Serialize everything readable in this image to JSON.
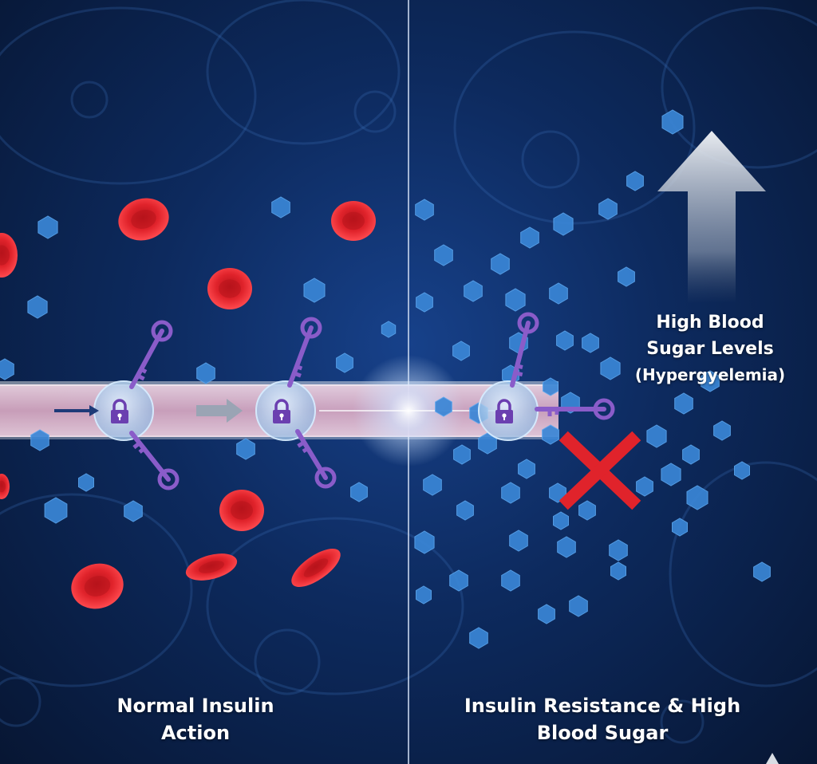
{
  "panels": {
    "left": {
      "title_line1": "Normal Insulin",
      "title_line2": "Action"
    },
    "right": {
      "title_line1": "Insulin Resistance & High",
      "title_line2": "Blood Sugar"
    }
  },
  "annotation": {
    "line1": "High Blood",
    "line2": "Sugar Levels",
    "line3": "(Hypergyelemia)"
  },
  "colors": {
    "background": "#0d2a5e",
    "glucose": "#3a86d6",
    "red_blood_cell": "#e0232b",
    "insulin_key": "#8a5cc9",
    "receptor_lock": "#6b3fb0",
    "blocked_x": "#e0232b",
    "vessel": "#e7bfd3",
    "up_arrow": "#d9dde4"
  },
  "icons": [
    "glucose-hexagon-icon",
    "red-blood-cell-icon",
    "insulin-key-icon",
    "padlock-icon",
    "blocked-x-icon",
    "up-arrow-icon"
  ]
}
